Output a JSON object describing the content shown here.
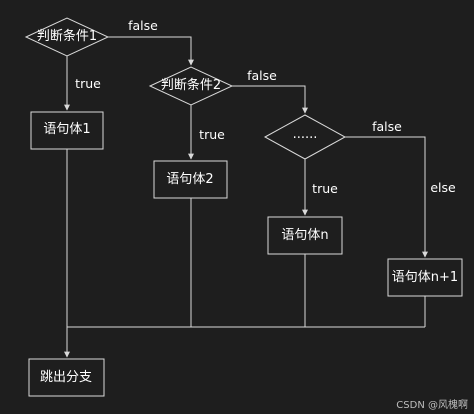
{
  "nodes": {
    "cond1": "判断条件1",
    "cond2": "判断条件2",
    "cond_more": "......",
    "stmt1": "语句体1",
    "stmt2": "语句体2",
    "stmtn": "语句体n",
    "stmtn1": "语句体n+1",
    "exit": "跳出分支"
  },
  "edges": {
    "cond1_false": "false",
    "cond1_true": "true",
    "cond2_false": "false",
    "cond2_true": "true",
    "more_false": "false",
    "more_true": "true",
    "else": "else"
  },
  "watermark": "CSDN @风槐啊",
  "colors": {
    "background": "#1e1e1e",
    "stroke": "#d9d9d9",
    "text": "#ffffff"
  }
}
